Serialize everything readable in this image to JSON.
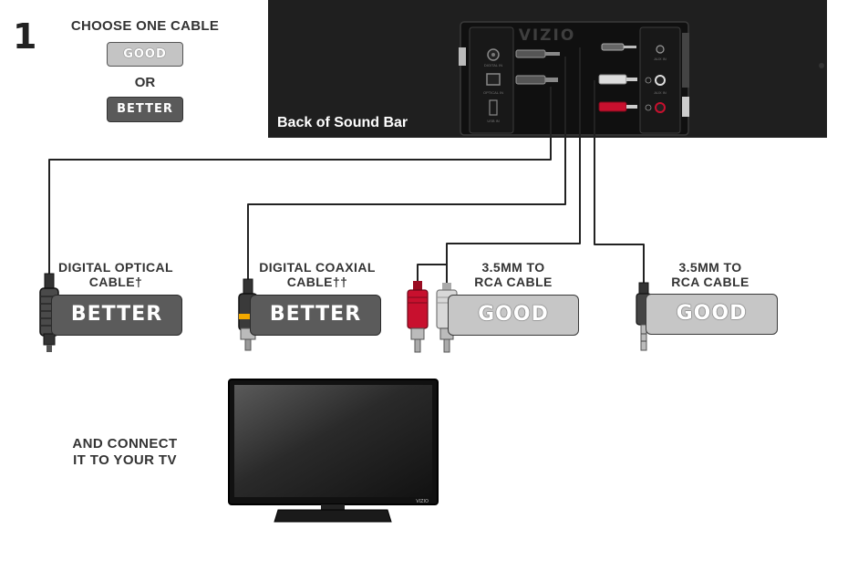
{
  "step": {
    "number": "1"
  },
  "header": {
    "choose_label": "CHOOSE ONE CABLE",
    "good_label": "GOOD",
    "or_label": "OR",
    "better_label": "BETTER"
  },
  "soundbar": {
    "label": "Back of Sound Bar",
    "brand": "VIZIO",
    "ports": {
      "digital_coax": "DIGITAL IN",
      "optical": "OPTICAL IN",
      "usb": "USB IN",
      "aux1": "AUX IN",
      "aux2": "AUX IN"
    }
  },
  "cables": [
    {
      "title_line1": "DIGITAL OPTICAL",
      "title_line2": "CABLE†",
      "rating": "BETTER"
    },
    {
      "title_line1": "DIGITAL COAXIAL",
      "title_line2": "CABLE††",
      "rating": "BETTER"
    },
    {
      "title_line1": "3.5MM TO",
      "title_line2": "RCA CABLE",
      "rating": "GOOD"
    },
    {
      "title_line1": "3.5MM TO",
      "title_line2": "RCA CABLE",
      "rating": "GOOD"
    }
  ],
  "tv": {
    "connect_line1": "AND CONNECT",
    "connect_line2": "IT TO YOUR TV",
    "brand": "VIZIO"
  },
  "colors": {
    "good": "#c6c6c6",
    "better": "#5b5b5b",
    "rca_red": "#c8102e",
    "rca_white": "#d8d8d8",
    "soundbar": "#1f1f1f"
  }
}
